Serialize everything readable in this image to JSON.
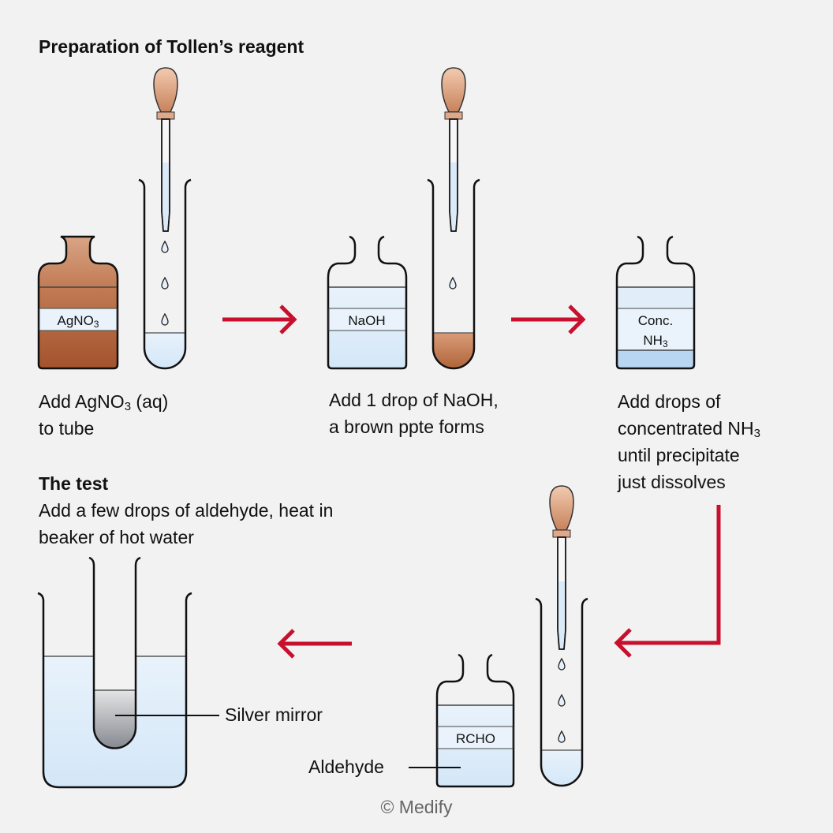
{
  "title": "Preparation of Tollen’s reagent",
  "steps": [
    {
      "line1_pre": "Add AgNO",
      "line1_sub": "3",
      "line1_post": " (aq)",
      "line2": "to tube"
    },
    {
      "line1": "Add 1 drop of NaOH,",
      "line2": "a brown ppte forms"
    },
    {
      "line1": "Add drops of",
      "line2_pre": "concentrated NH",
      "line2_sub": "3",
      "line3": "until precipitate",
      "line4": "just dissolves"
    }
  ],
  "test": {
    "heading": "The test",
    "line1": "Add a few drops of aldehyde, heat in",
    "line2": "beaker of hot water"
  },
  "bottles": {
    "agno3": {
      "label": "AgNO",
      "sub": "3"
    },
    "naoh": {
      "label": "NaOH"
    },
    "nh3": {
      "label1": "Conc.",
      "label2": "NH",
      "sub": "3"
    },
    "rcho": {
      "label": "RCHO"
    }
  },
  "annotations": {
    "silver_mirror": "Silver mirror",
    "aldehyde": "Aldehyde"
  },
  "copyright": "© Medify",
  "colors": {
    "arrow": "#c8102e",
    "brown_dark": "#a85a34",
    "brown_light": "#d9a384",
    "liquid_blue": "#dbeaf8",
    "outline": "#111111"
  }
}
